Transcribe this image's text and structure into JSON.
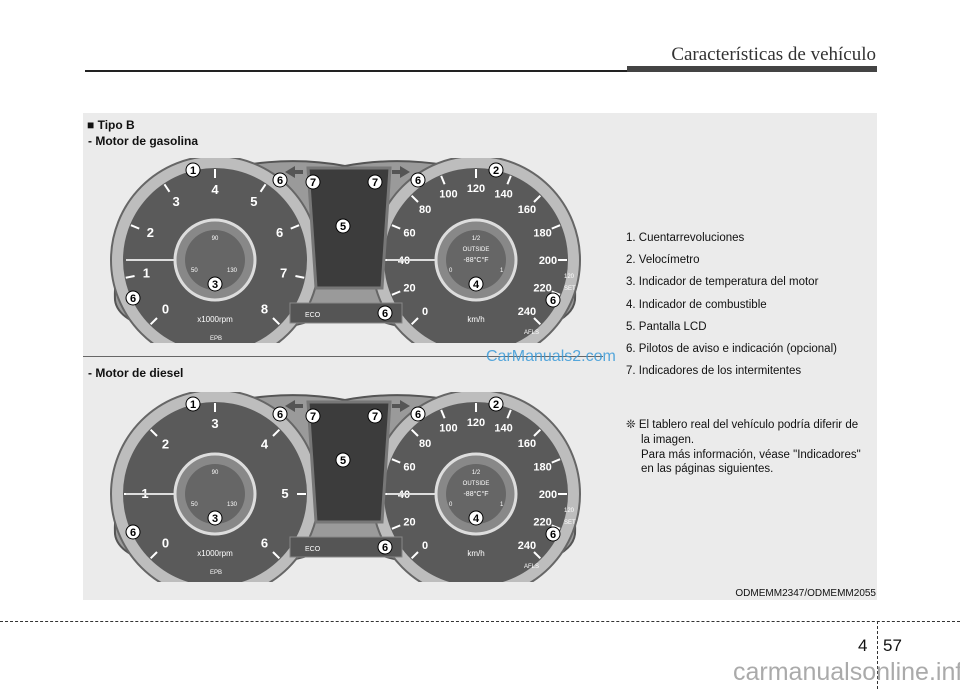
{
  "header": {
    "title": "Características de vehículo"
  },
  "section": {
    "heading": "■ Tipo B",
    "gasoline_label": "- Motor de gasolina",
    "diesel_label": "- Motor de diesel"
  },
  "dashboards": [
    {
      "tach_labels": [
        "0",
        "1",
        "2",
        "3",
        "4",
        "5",
        "6",
        "7",
        "8"
      ],
      "speed_labels": [
        "0",
        "20",
        "40",
        "60",
        "80",
        "100",
        "120",
        "140",
        "160",
        "180",
        "200",
        "220",
        "240"
      ],
      "temp_labels": [
        "50",
        "90",
        "130"
      ],
      "fuel_labels": [
        "0",
        "1/2",
        "1"
      ],
      "rpm_unit": "x1000rpm",
      "speed_unit": "km/h",
      "outside": "OUTSIDE",
      "outside_temp": "-88°C°F",
      "lcd_icons": "ECO",
      "epb": "EPB",
      "afls": "AFLS",
      "set": "SET",
      "cruise": "120"
    },
    {
      "tach_labels": [
        "0",
        "1",
        "2",
        "3",
        "4",
        "5",
        "6"
      ],
      "speed_labels": [
        "0",
        "20",
        "40",
        "60",
        "80",
        "100",
        "120",
        "140",
        "160",
        "180",
        "200",
        "220",
        "240"
      ],
      "temp_labels": [
        "50",
        "90",
        "130"
      ],
      "fuel_labels": [
        "0",
        "1/2",
        "1"
      ],
      "rpm_unit": "x1000rpm",
      "speed_unit": "km/h",
      "outside": "OUTSIDE",
      "outside_temp": "-88°C°F",
      "lcd_icons": "ECO",
      "epb": "EPB",
      "afls": "AFLS",
      "set": "SET",
      "cruise": "120"
    }
  ],
  "callouts": [
    "1",
    "2",
    "3",
    "4",
    "5",
    "6",
    "7"
  ],
  "legend": [
    "1. Cuentarrevoluciones",
    "2. Velocímetro",
    "3. Indicador de temperatura del motor",
    "4. Indicador de combustible",
    "5. Pantalla LCD",
    "6. Pilotos de aviso e indicación (opcional)",
    "7. Indicadores de los intermitentes"
  ],
  "note": {
    "symbol": "❊",
    "line1": "El tablero real del vehículo podría diferir de",
    "line2": "la imagen.",
    "line3": "Para más información, véase \"Indicadores\"",
    "line4": "en las páginas siguientes."
  },
  "image_code": "ODMEMM2347/ODMEMM2055",
  "footer": {
    "chapter": "4",
    "page": "57"
  },
  "watermarks": {
    "top": "CarManuals2.com",
    "bottom": "carmanualsonline.info"
  }
}
